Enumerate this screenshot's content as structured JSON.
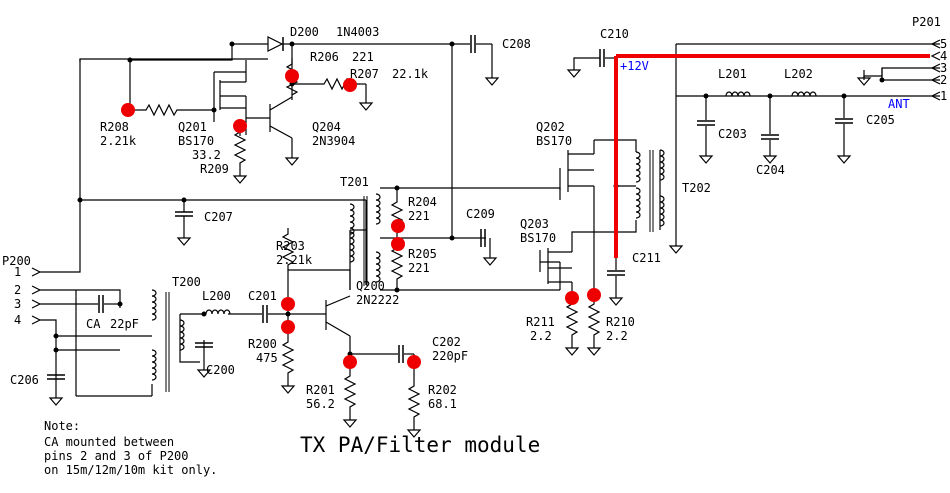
{
  "title": "TX PA/Filter module",
  "supply_label": "+12V",
  "ant_label": "ANT",
  "note": {
    "heading": "Note:",
    "lines": [
      "CA mounted between",
      "pins 2 and 3 of P200",
      "on 15m/12m/10m kit only."
    ]
  },
  "connectors": {
    "p200": {
      "name": "P200",
      "pins": [
        "1",
        "2",
        "3",
        "4"
      ]
    },
    "p201": {
      "name": "P201",
      "pins": [
        "5",
        "4",
        "3",
        "2",
        "1"
      ]
    }
  },
  "components": {
    "D200": {
      "ref": "D200",
      "value": "1N4003"
    },
    "R206": {
      "ref": "R206",
      "value": "221"
    },
    "R207": {
      "ref": "R207",
      "value": "22.1k"
    },
    "R208": {
      "ref": "R208",
      "value": "2.21k"
    },
    "Q201": {
      "ref": "Q201",
      "value": "BS170"
    },
    "R209": {
      "ref": "R209",
      "value": "33.2"
    },
    "Q204": {
      "ref": "Q204",
      "value": "2N3904"
    },
    "C208": {
      "ref": "C208"
    },
    "C210": {
      "ref": "C210"
    },
    "L201": {
      "ref": "L201"
    },
    "L202": {
      "ref": "L202"
    },
    "C203": {
      "ref": "C203"
    },
    "C204": {
      "ref": "C204"
    },
    "C205": {
      "ref": "C205"
    },
    "Q202": {
      "ref": "Q202",
      "value": "BS170"
    },
    "T202": {
      "ref": "T202"
    },
    "T201": {
      "ref": "T201"
    },
    "R204": {
      "ref": "R204",
      "value": "221"
    },
    "R205": {
      "ref": "R205",
      "value": "221"
    },
    "C209": {
      "ref": "C209"
    },
    "Q203": {
      "ref": "Q203",
      "value": "BS170"
    },
    "C211": {
      "ref": "C211"
    },
    "C207": {
      "ref": "C207"
    },
    "R203": {
      "ref": "R203",
      "value": "2.21k"
    },
    "T200": {
      "ref": "T200"
    },
    "L200": {
      "ref": "L200"
    },
    "C201": {
      "ref": "C201"
    },
    "CA": {
      "ref": "CA",
      "value": "22pF"
    },
    "R200": {
      "ref": "R200",
      "value": "475"
    },
    "C200": {
      "ref": "C200"
    },
    "Q200": {
      "ref": "Q200",
      "value": "2N2222"
    },
    "C202": {
      "ref": "C202",
      "value": "220pF"
    },
    "R201": {
      "ref": "R201",
      "value": "56.2"
    },
    "R202": {
      "ref": "R202",
      "value": "68.1"
    },
    "R211": {
      "ref": "R211",
      "value": "2.2"
    },
    "R210": {
      "ref": "R210",
      "value": "2.2"
    },
    "C206": {
      "ref": "C206"
    }
  },
  "colors": {
    "wire": "#000000",
    "supply_trace": "#ee0000",
    "test_point": "#ee0000",
    "label_blue": "#0000ff"
  }
}
